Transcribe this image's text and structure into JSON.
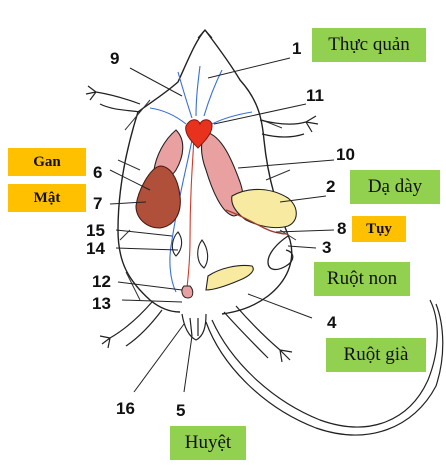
{
  "numbers": {
    "n1": "1",
    "n2": "2",
    "n3": "3",
    "n4": "4",
    "n5": "5",
    "n6": "6",
    "n7": "7",
    "n8": "8",
    "n9": "9",
    "n10": "10",
    "n11": "11",
    "n12": "12",
    "n13": "13",
    "n14": "14",
    "n15": "15",
    "n16": "16"
  },
  "labels": {
    "thuc_quan": "Thực quản",
    "da_day": "Dạ dày",
    "tuy": "Tụy",
    "ruot_non": "Ruột non",
    "ruot_gia": "Ruột già",
    "huyet": "Huyệt",
    "gan": "Gan",
    "mat": "Mật"
  },
  "colors": {
    "label_green": "#92d050",
    "label_orange": "#ffc000",
    "heart": "#e8321e",
    "liver": "#b0503a",
    "lungs": "#e8a0a0",
    "stomach": "#f8eaa0"
  }
}
